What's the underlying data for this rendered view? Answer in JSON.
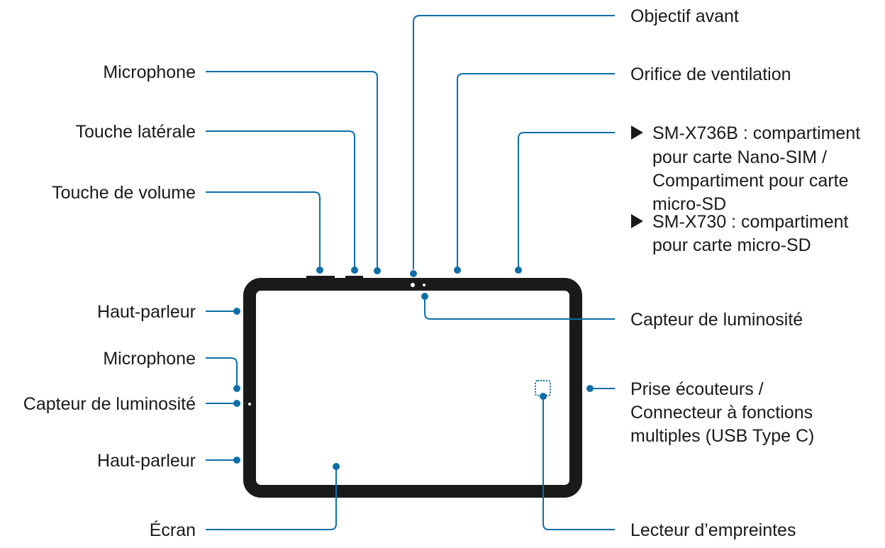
{
  "labels": {
    "microphone_top": "Microphone",
    "side_key": "Touche latérale",
    "volume_key": "Touche de volume",
    "speaker_top": "Haut-parleur",
    "microphone_left": "Microphone",
    "light_sensor_left": "Capteur de luminosité",
    "speaker_bottom": "Haut-parleur",
    "screen": "Écran",
    "front_camera": "Objectif avant",
    "vent": "Orifice de ventilation",
    "tray_line1": "SM-X736B : compartiment",
    "tray_line2": "pour carte Nano-SIM /",
    "tray_line3": "Compartiment pour carte",
    "tray_line4": "micro-SD",
    "tray_line5": "SM-X730 : compartiment",
    "tray_line6": "pour carte micro-SD",
    "light_sensor_right": "Capteur de luminosité",
    "port_line1": "Prise écouteurs /",
    "port_line2": "Connecteur à fonctions",
    "port_line3": "multiples (USB Type C)",
    "fingerprint": "Lecteur d’empreintes"
  },
  "colors": {
    "leader": "#0e6ea8",
    "device": "#1a1a1a",
    "text": "#1a1a1a"
  }
}
